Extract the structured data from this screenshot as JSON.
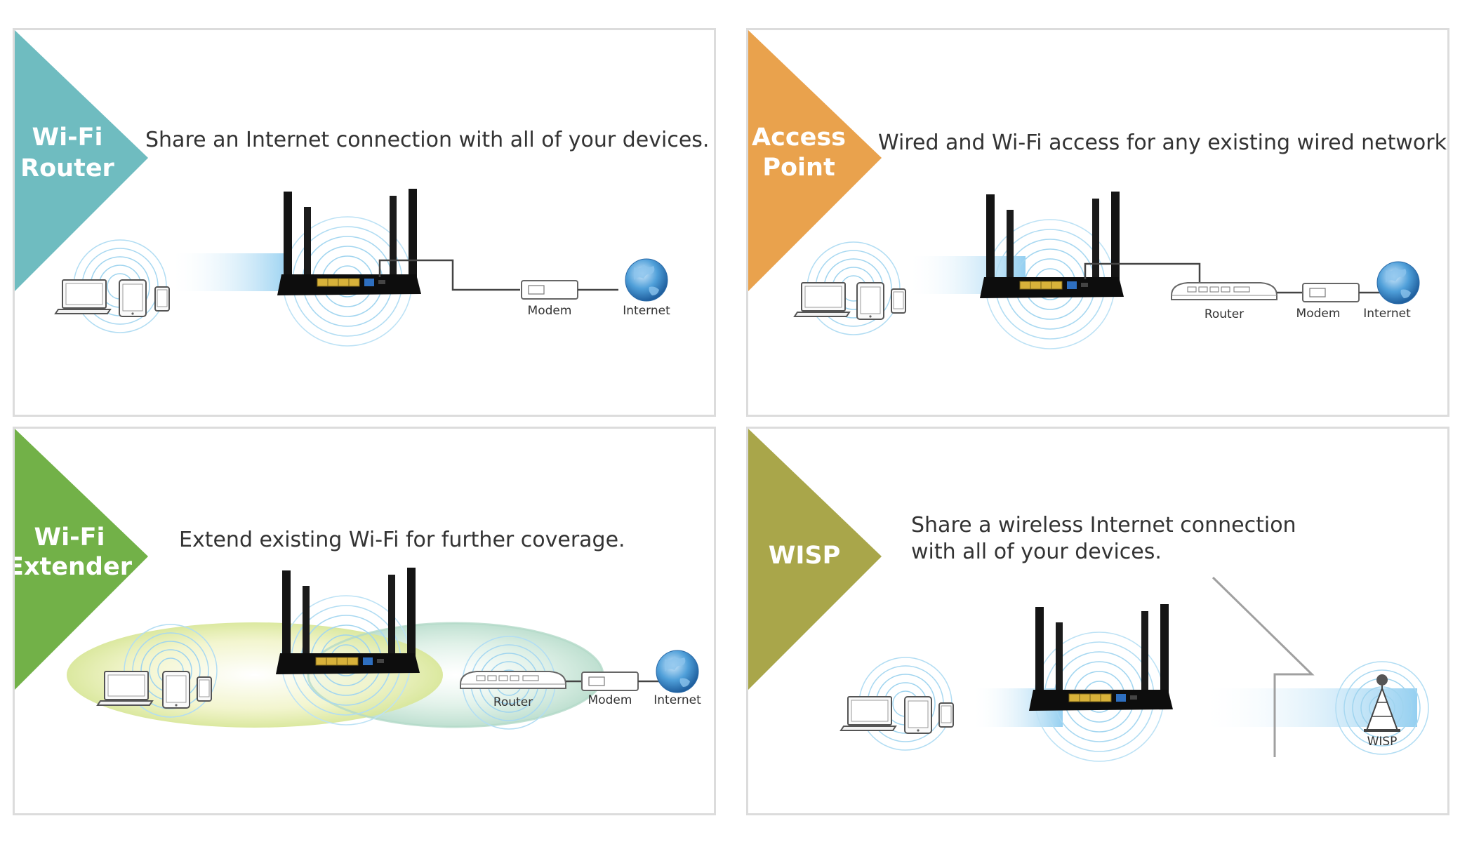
{
  "panels": [
    {
      "id": "wifi-router",
      "label_lines": [
        "Wi-Fi",
        "Router"
      ],
      "color": "#6fbcc0",
      "description_lines": [
        "Share an Internet connection  with all of your devices."
      ],
      "device_labels": {
        "modem": "Modem",
        "internet": "Internet"
      }
    },
    {
      "id": "access-point",
      "label_lines": [
        "Access",
        "Point"
      ],
      "color": "#e9a24d",
      "description_lines": [
        "Wired and Wi-Fi access for any existing wired network."
      ],
      "device_labels": {
        "router": "Router",
        "modem": "Modem",
        "internet": "Internet"
      }
    },
    {
      "id": "wifi-extender",
      "label_lines": [
        "Wi-Fi",
        "Extender"
      ],
      "color": "#72b148",
      "description_lines": [
        "Extend existing Wi-Fi for further coverage."
      ],
      "device_labels": {
        "router": "Router",
        "modem": "Modem",
        "internet": "Internet"
      }
    },
    {
      "id": "wisp",
      "label_lines": [
        "WISP"
      ],
      "color": "#a9a64a",
      "description_lines": [
        "Share a wireless Internet connection",
        "with all of your devices."
      ],
      "device_labels": {
        "tower": "WISP"
      }
    }
  ]
}
